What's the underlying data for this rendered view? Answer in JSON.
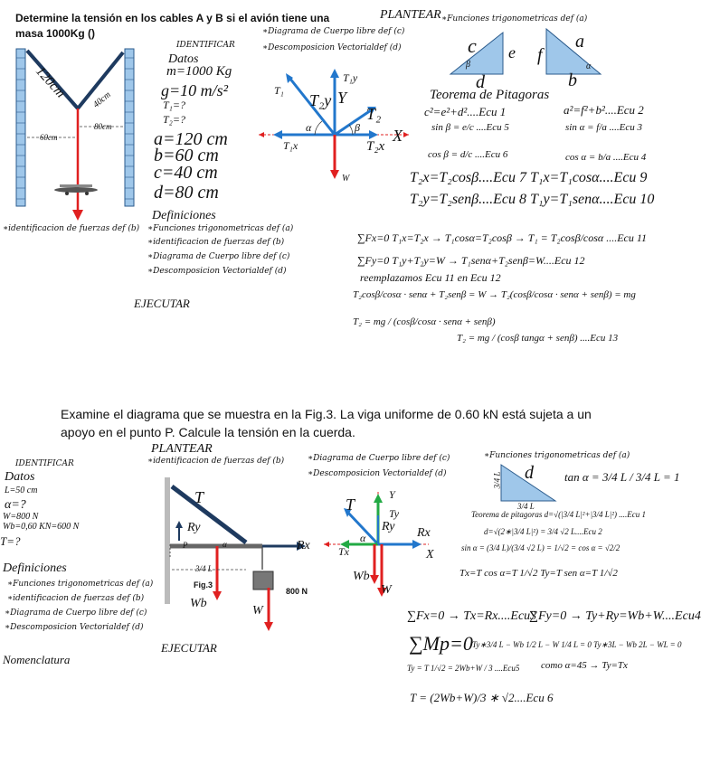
{
  "p1": {
    "title_l1": "Determine la tensión en los cables A y B si el avión tiene una",
    "title_l2": "masa 1000Kg ()",
    "identificar": "IDENTIFICAR",
    "datos": "Datos",
    "m": "m=1000 Kg",
    "g": "g=10 m/s²",
    "t1": "T₁=?",
    "t2": "T₂=?",
    "a": "a=120 cm",
    "b": "b=60 cm",
    "c": "c=40 cm",
    "d": "d=80 cm",
    "definiciones": "Definiciones",
    "def_items": [
      "∗Funciones trigonometricas def (a)",
      "∗identificacion de fuerzas def (b)",
      "∗Diagrama de Cuerpo libre def (c)",
      "∗Descomposicion Vectorialdef (d)"
    ],
    "ident_fuerzas": "∗identificacion de fuerzas def (b)",
    "ejecutar": "EJECUTAR",
    "planear": "PLANTEAR",
    "plan_items": [
      "∗Diagrama de Cuerpo libre def (c)",
      "∗Descomposicion Vectorialdef (d)"
    ],
    "func_trig": "∗Funciones trigonometricas def (a)",
    "dims": {
      "l120": "120cm",
      "l40": "40cm",
      "l60": "60cm",
      "l80": "80cm"
    },
    "fbd": {
      "t1": "T₁",
      "t1y": "T₁y",
      "t1x": "T₁x",
      "t2": "T₂",
      "t2y": "T₂y",
      "t2x": "T₂x",
      "x": "X",
      "y": "Y",
      "w": "W",
      "alpha": "α",
      "beta": "β"
    },
    "tri": {
      "c": "c",
      "e": "e",
      "d": "d",
      "beta": "β",
      "f": "f",
      "a": "a",
      "b": "b",
      "alpha": "α"
    },
    "pitagoras": "Teorema de Pitagoras",
    "eq1": "c²=e²+d²....Ecu 1",
    "eq2": "a²=f²+b²....Ecu 2",
    "eq5": "sin β = e/c ....Ecu 5",
    "eq3": "sin α = f/a ....Ecu 3",
    "eq6": "cos β = d/c ....Ecu 6",
    "eq4": "cos α = b/a ....Ecu 4",
    "eq7_9": "T₂x=T₂cosβ....Ecu 7   T₁x=T₁cosα....Ecu 9",
    "eq8_10": "T₂y=T₂senβ....Ecu 8   T₁y=T₁senα....Ecu 10",
    "sum_fx": "∑Fx=0   T₁x=T₂x → T₁cosα=T₂cosβ → T₁ = T₂cosβ/cosα ....Ecu 11",
    "sum_fy": "∑Fy=0   T₁y+T₂y=W → T₁senα+T₂senβ=W....Ecu 12",
    "reempl": "reemplazamos Ecu 11 en Ecu 12",
    "eq_mg": "T₂cosβ/cosα · senα + T₂senβ = W → T₂(cosβ/cosα · senα + senβ) = mg",
    "eq_t2a": "T₂ = mg / (cosβ/cosα · senα + senβ)",
    "eq_t2b": "T₂ = mg / (cosβ tangα + senβ) ....Ecu 13"
  },
  "p2": {
    "statement_l1": "Examine el diagrama que se muestra en la Fig.3. La viga uniforme de 0.60 kN está sujeta a un",
    "statement_l2": "apoyo en el punto P. Calcule la tensión en la cuerda.",
    "identificar": "IDENTIFICAR",
    "datos": "Datos",
    "l": "L=50 cm",
    "alpha": "α=?",
    "w": "W=800 N",
    "wb": "Wb=0,60 KN=600 N",
    "t": "T=?",
    "definiciones": "Definiciones",
    "def_items": [
      "∗Funciones trigonometricas def (a)",
      "∗identificacion de fuerzas def (b)",
      "∗Diagrama de Cuerpo libre def (c)",
      "∗Descomposicion Vectorialdef (d)"
    ],
    "nomenclatura": "Nomenclatura",
    "ejecutar": "EJECUTAR",
    "planear": "PLANTEAR",
    "ident_fuerzas": "∗identificacion de fuerzas def (b)",
    "plan_items": [
      "∗Diagrama de Cuerpo libre def (c)",
      "∗Descomposicion Vectorialdef (d)"
    ],
    "func_trig": "∗Funciones trigonometricas def (a)",
    "fig": {
      "t": "T",
      "ry": "Ry",
      "rx": "Rx",
      "wb": "Wb",
      "w": "W",
      "fig3": "Fig.3",
      "n800": "800 N",
      "l34": "3/4 L",
      "p": "P",
      "alpha": "α"
    },
    "fbd": {
      "t": "T",
      "y": "Y",
      "ty": "Ty",
      "tx": "Tx",
      "ry": "Ry",
      "rx": "Rx",
      "x": "X",
      "wb": "Wb",
      "w": "W",
      "alpha": "α"
    },
    "tri": {
      "d": "d",
      "side": "3/4 L",
      "base": "3/4 L"
    },
    "tan": "tan α = 3/4 L / 3/4 L = 1",
    "pit": "Teorema de pitagoras d=√(|3/4 L|²+|3/4 L|²) ....Ecu 1",
    "d2": "d=√(2∗|3/4 L|²) = 3/4 √2 L....Ecu 2",
    "sin": "sin α = (3/4 L)/(3/4 √2 L) = 1/√2 = cos α = √2/2",
    "tx_ty": "Tx=T cos α=T 1/√2     Ty=T sen α=T 1/√2",
    "sum_fx": "∑Fx=0 → Tx=Rx....Ecu3",
    "sum_fy": "∑Fy=0 → Ty+Ry=Wb+W....Ecu4",
    "sum_mp": "∑Mp=0",
    "mp_eq": "Ty∗3/4 L − Wb 1/2 L − W 1/4 L = 0    Ty∗3L − Wb 2L − WL = 0",
    "ecu5": "Ty = T 1/√2 = 2Wb+W / 3 ....Ecu5",
    "como": "como α=45 → Ty=Tx",
    "ecu6": "T = (2Wb+W)/3 ∗ √2....Ecu 6"
  }
}
